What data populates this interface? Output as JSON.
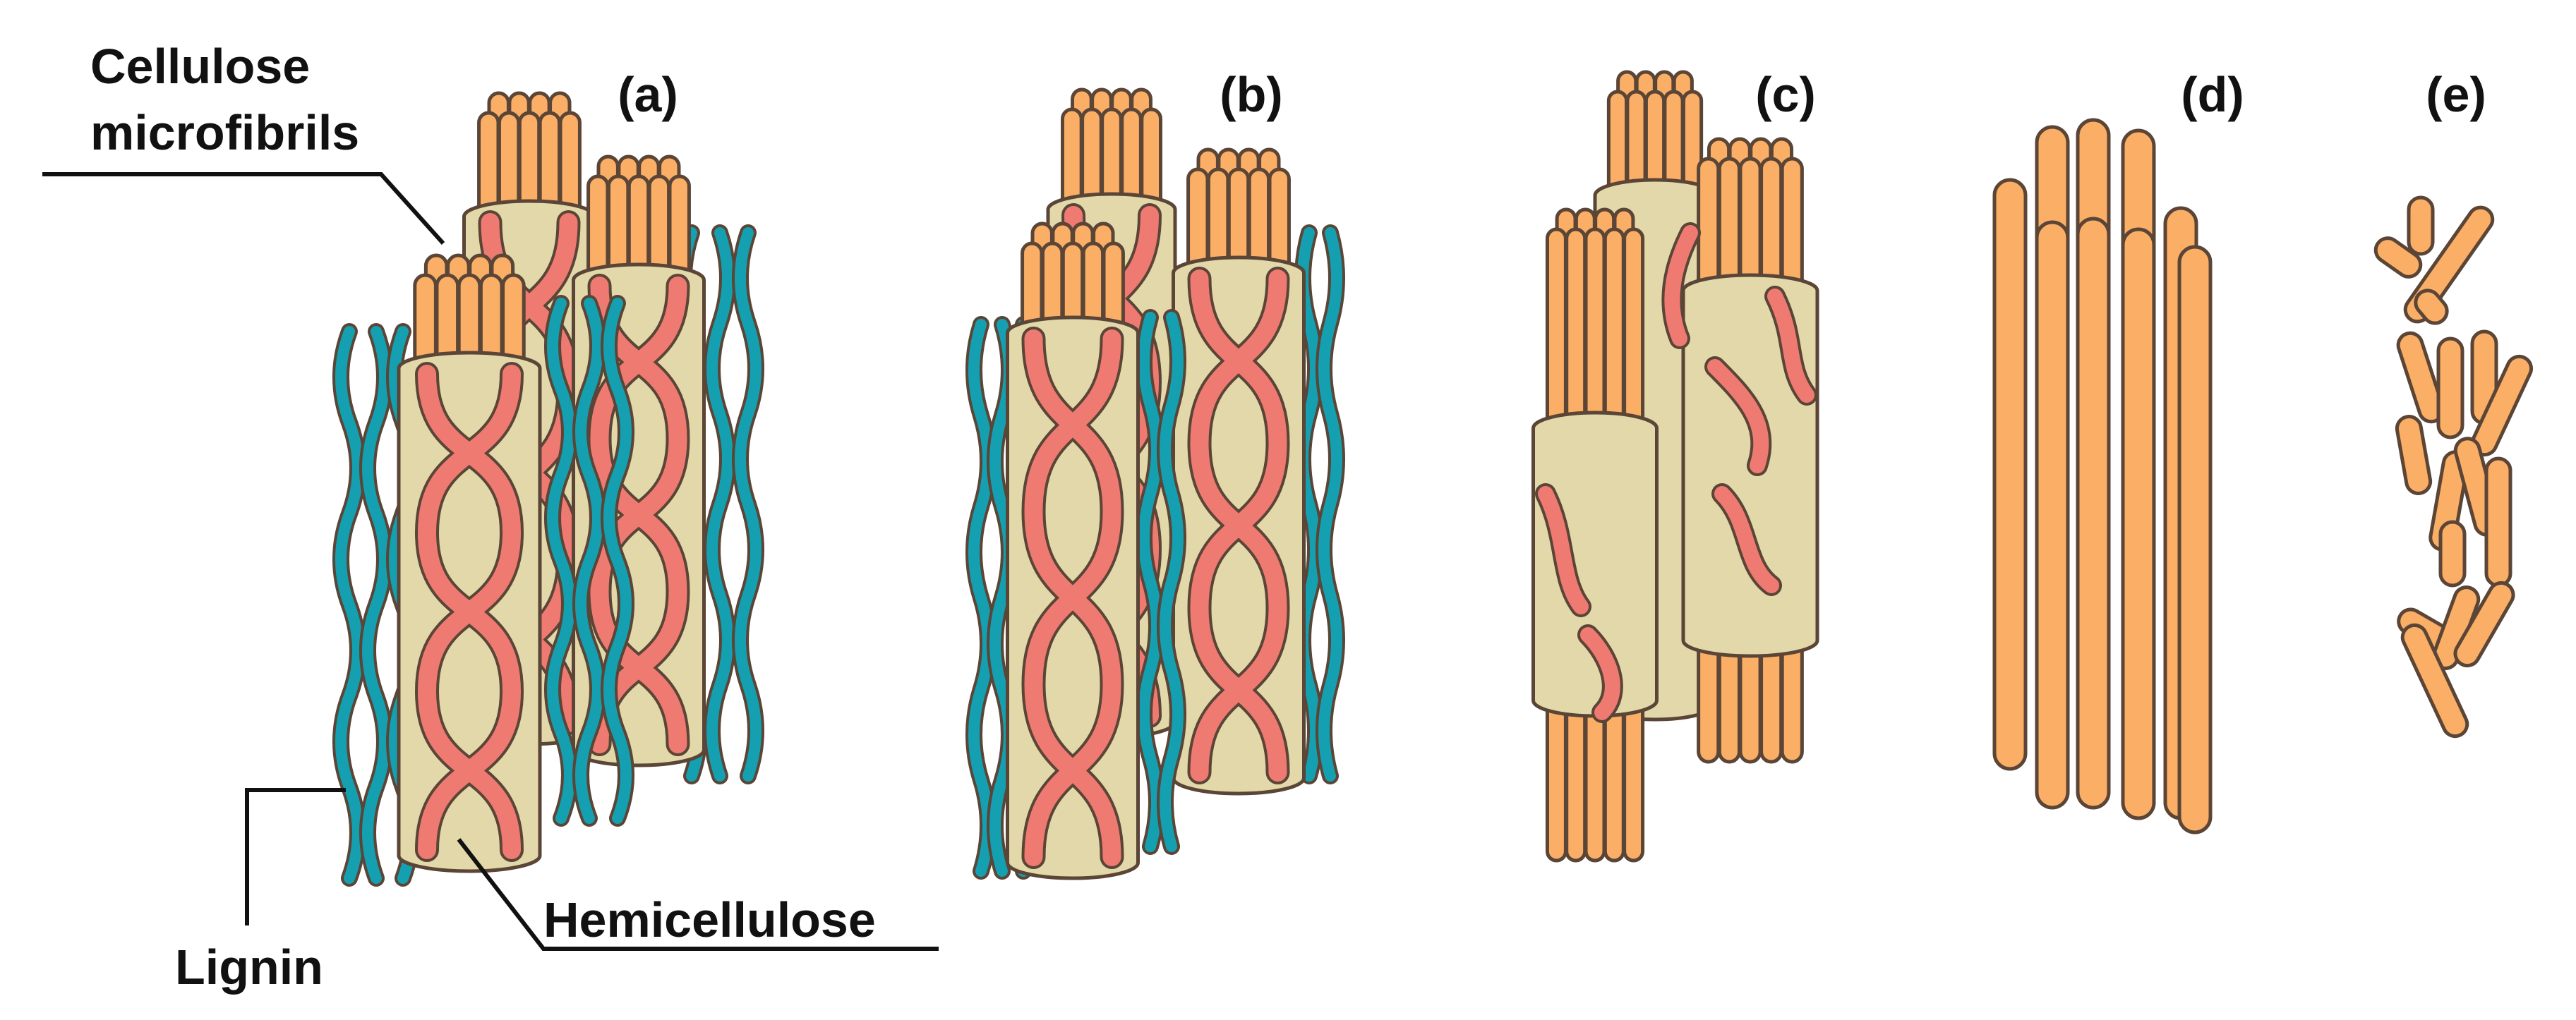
{
  "panels": [
    {
      "id": "a",
      "label": "(a)"
    },
    {
      "id": "b",
      "label": "(b)"
    },
    {
      "id": "c",
      "label": "(c)"
    },
    {
      "id": "d",
      "label": "(d)"
    },
    {
      "id": "e",
      "label": "(e)"
    }
  ],
  "labels": {
    "cellulose_line1": "Cellulose",
    "cellulose_line2": "microfibrils",
    "lignin": "Lignin",
    "hemicellulose": "Hemicellulose"
  },
  "colors": {
    "cellulose": "#FBAE66",
    "sheath": "#E2D8A9",
    "hemicellulose": "#EF7A72",
    "lignin": "#14A0B0",
    "outline": "#5A4536"
  }
}
